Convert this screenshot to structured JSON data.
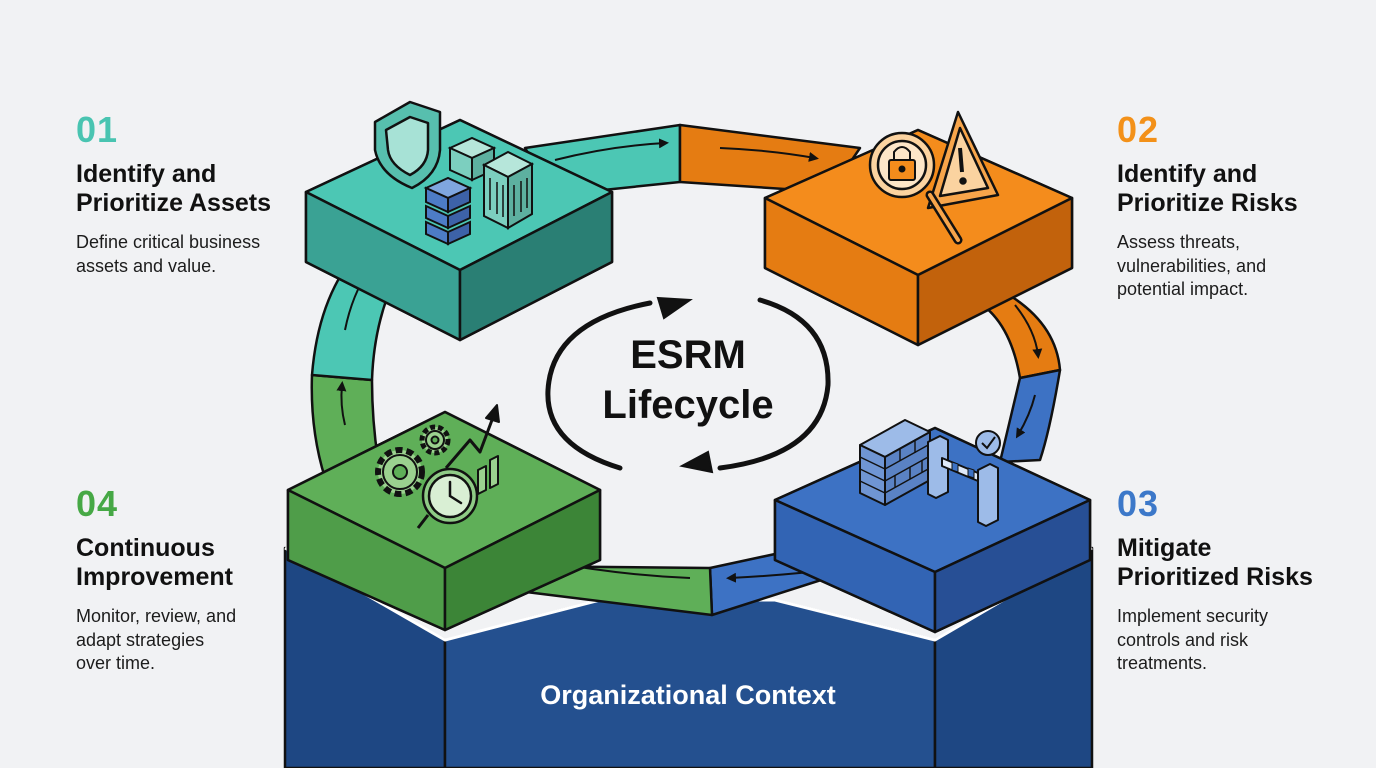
{
  "center_title": {
    "line1": "ESRM",
    "line2": "Lifecycle"
  },
  "base_label": "Organizational Context",
  "steps": [
    {
      "num": "01",
      "title": "Identify and\nPrioritize Assets",
      "desc": "Define critical business\nassets and value."
    },
    {
      "num": "02",
      "title": "Identify and\nPrioritize Risks",
      "desc": "Assess threats,\nvulnerabilities, and\npotential impact."
    },
    {
      "num": "03",
      "title": "Mitigate\nPrioritized Risks",
      "desc": "Implement security\ncontrols and risk\ntreatments."
    },
    {
      "num": "04",
      "title": "Continuous\nImprovement",
      "desc": "Monitor, review, and\nadapt strategies\nover time."
    }
  ],
  "colors": {
    "teal": "#4cc7b4",
    "orange": "#f48c1c",
    "blue": "#3d72c4",
    "green": "#5faf58",
    "navy": "#24508f",
    "background": "#f1f2f4"
  },
  "icons": [
    "shield-icon",
    "server-stack-icon",
    "office-building-icon",
    "padlock-icon",
    "magnifier-icon",
    "warning-triangle-icon",
    "brick-wall-icon",
    "barrier-gate-icon",
    "checkmark-badge-icon",
    "gears-icon",
    "clock-icon",
    "growth-chart-icon"
  ]
}
